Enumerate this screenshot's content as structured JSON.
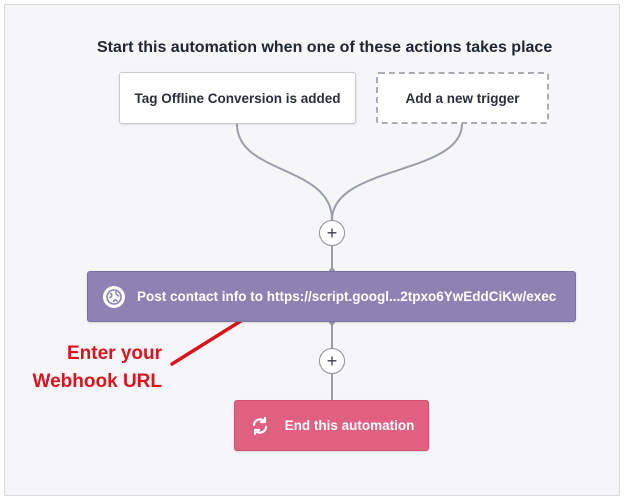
{
  "heading": "Start this automation when one of these actions takes place",
  "triggers": [
    {
      "label": "Tag Offline Conversion is added"
    },
    {
      "label": "Add a new trigger"
    }
  ],
  "add_step_symbol": "+",
  "action": {
    "label": "Post contact info to https://script.googl...2tpxo6YwEddCiKw/exec",
    "icon": "globe-icon",
    "color": "#8d82b2"
  },
  "end": {
    "label": "End this automation",
    "icon": "refresh-icon",
    "color": "#e0607f"
  },
  "annotation": {
    "line1": "Enter your",
    "line2": "Webhook URL",
    "color": "#d8141c"
  }
}
